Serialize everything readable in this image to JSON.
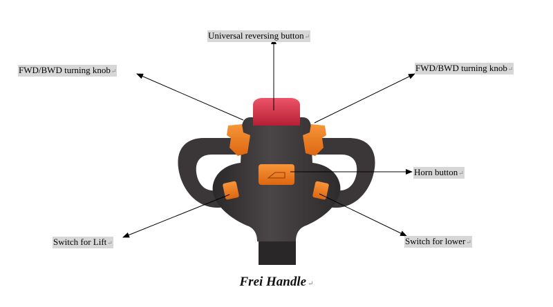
{
  "labels": {
    "universal_reversing": "Universal reversing button",
    "fwd_bwd_left": "FWD/BWD turning knob",
    "fwd_bwd_right": "FWD/BWD turning knob",
    "horn": "Horn button",
    "switch_lift": "Switch for Lift",
    "switch_lower": "Switch for lower"
  },
  "caption": "Frei Handle",
  "paragraph_mark": "↵",
  "colors": {
    "handle_body": "#3e3a3b",
    "accent_orange": "#ef7a1e",
    "reverse_button": "#d8304a",
    "label_bg": "#d7d7d7"
  }
}
